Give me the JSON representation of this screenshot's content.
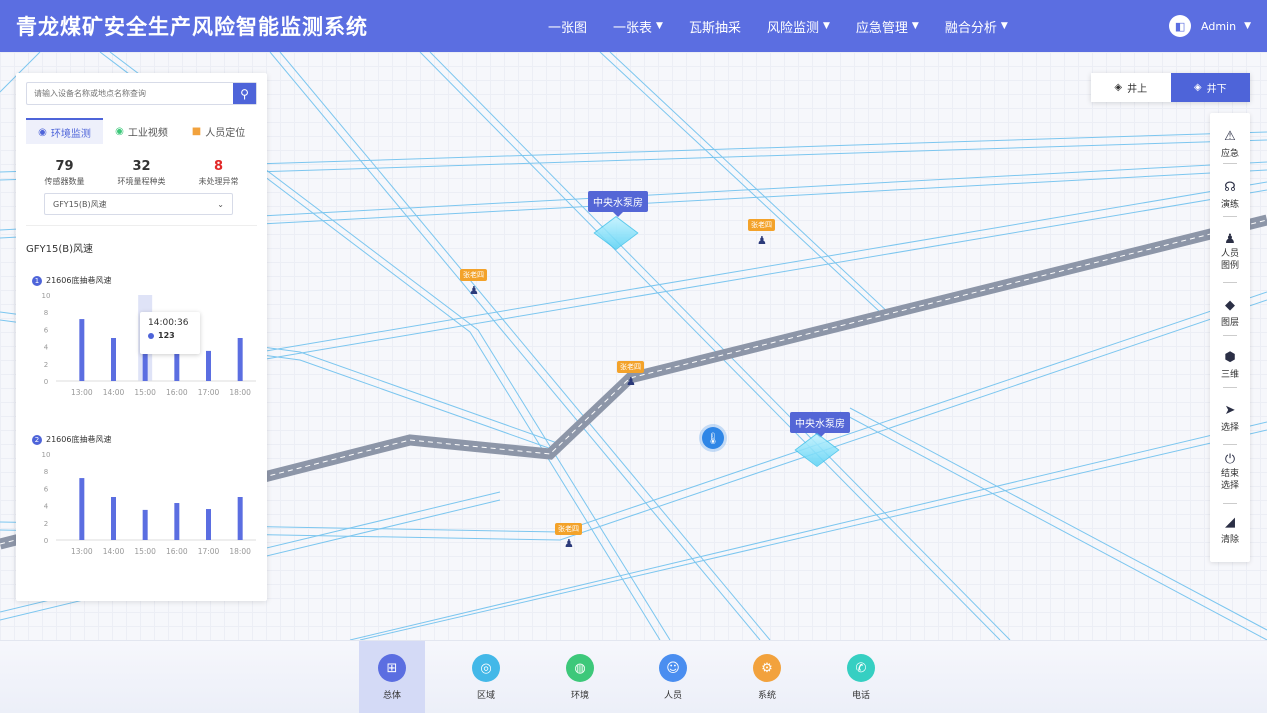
{
  "header": {
    "title": "青龙煤矿安全生产风险智能监测系统",
    "nav": [
      {
        "label": "一张图",
        "dropdown": false
      },
      {
        "label": "一张表",
        "dropdown": true
      },
      {
        "label": "瓦斯抽采",
        "dropdown": false
      },
      {
        "label": "风险监测",
        "dropdown": true
      },
      {
        "label": "应急管理",
        "dropdown": true
      },
      {
        "label": "融合分析",
        "dropdown": true
      }
    ],
    "user": "Admin"
  },
  "panel": {
    "search_placeholder": "请输入设备名称或地点名称查询",
    "tabs": [
      "环境监测",
      "工业视频",
      "人员定位"
    ],
    "stats": [
      {
        "value": "79",
        "label": "传感器数量"
      },
      {
        "value": "32",
        "label": "环境量程种类"
      },
      {
        "value": "8",
        "label": "未处理异常"
      }
    ],
    "select_value": "GFY15(B)风速",
    "section_title": "GFY15(B)风速",
    "tooltip": {
      "time": "14:00:36",
      "value": "123"
    }
  },
  "chart_data": [
    {
      "type": "bar",
      "title": "21606底抽巷风速",
      "categories": [
        "13:00",
        "14:00",
        "15:00",
        "16:00",
        "17:00",
        "18:00"
      ],
      "values": [
        7.2,
        5.0,
        3.2,
        4.2,
        3.5,
        5.0
      ],
      "ylim": [
        0,
        10
      ],
      "yticks": [
        0,
        2,
        4,
        6,
        8,
        10
      ],
      "highlight_index": 2,
      "color": "#5b6ee1"
    },
    {
      "type": "bar",
      "title": "21606底抽巷风速",
      "categories": [
        "13:00",
        "14:00",
        "15:00",
        "16:00",
        "17:00",
        "18:00"
      ],
      "values": [
        7.2,
        5.0,
        3.5,
        4.3,
        3.6,
        5.0
      ],
      "ylim": [
        0,
        10
      ],
      "yticks": [
        0,
        2,
        4,
        6,
        8,
        10
      ],
      "color": "#5b6ee1"
    }
  ],
  "map": {
    "pump_label": "中央水泵房",
    "person_tag": "张老四"
  },
  "well_toggle": {
    "above": "井上",
    "below": "井下",
    "active": "below"
  },
  "toolbar": [
    {
      "label": "应急",
      "icon": "alarm-icon"
    },
    {
      "label": "演练",
      "icon": "drill-icon"
    },
    {
      "label": "人员图例",
      "icon": "person-icon"
    },
    {
      "label": "图层",
      "icon": "layers-icon"
    },
    {
      "label": "三维",
      "icon": "cube-icon"
    },
    {
      "label": "选择",
      "icon": "cursor-icon"
    },
    {
      "label": "结束选择",
      "icon": "power-icon"
    },
    {
      "label": "清除",
      "icon": "eraser-icon"
    }
  ],
  "dock": [
    {
      "label": "总体",
      "color": "#5b6ee1",
      "icon": "grid-icon"
    },
    {
      "label": "区域",
      "color": "#43b8e8",
      "icon": "location-icon"
    },
    {
      "label": "环境",
      "color": "#3dc87a",
      "icon": "planet-icon"
    },
    {
      "label": "人员",
      "color": "#4a8ef0",
      "icon": "user-icon"
    },
    {
      "label": "系统",
      "color": "#f2a23d",
      "icon": "gear-icon"
    },
    {
      "label": "电话",
      "color": "#36cfc2",
      "icon": "phone-icon"
    }
  ]
}
